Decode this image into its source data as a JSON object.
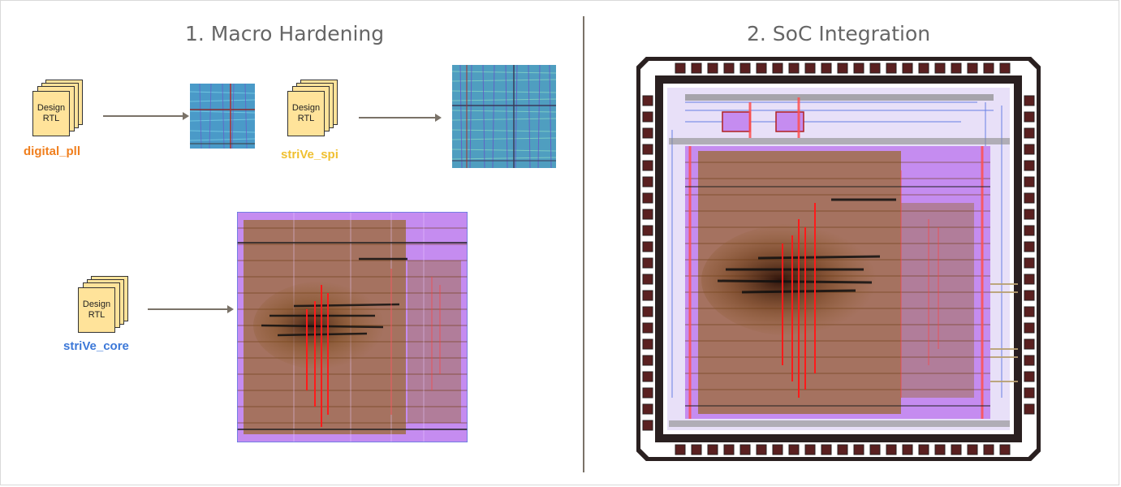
{
  "sections": {
    "left_title": "1. Macro Hardening",
    "right_title": "2. SoC Integration"
  },
  "doc_icon": {
    "line1": "Design",
    "line2": "RTL"
  },
  "macros": [
    {
      "name": "digital_pll",
      "color": "#f07f1e"
    },
    {
      "name": "striVe_spi",
      "color": "#f0c030"
    },
    {
      "name": "striVe_core",
      "color": "#3c78d8"
    }
  ],
  "colors": {
    "arrow": "#7a7268",
    "layout_purple": "#c58cf0",
    "layout_brown": "#8b5a1e",
    "layout_red": "#ff1a1a",
    "small_macro_blue": "#3d8fbf",
    "chip_ring": "#2a2020"
  }
}
